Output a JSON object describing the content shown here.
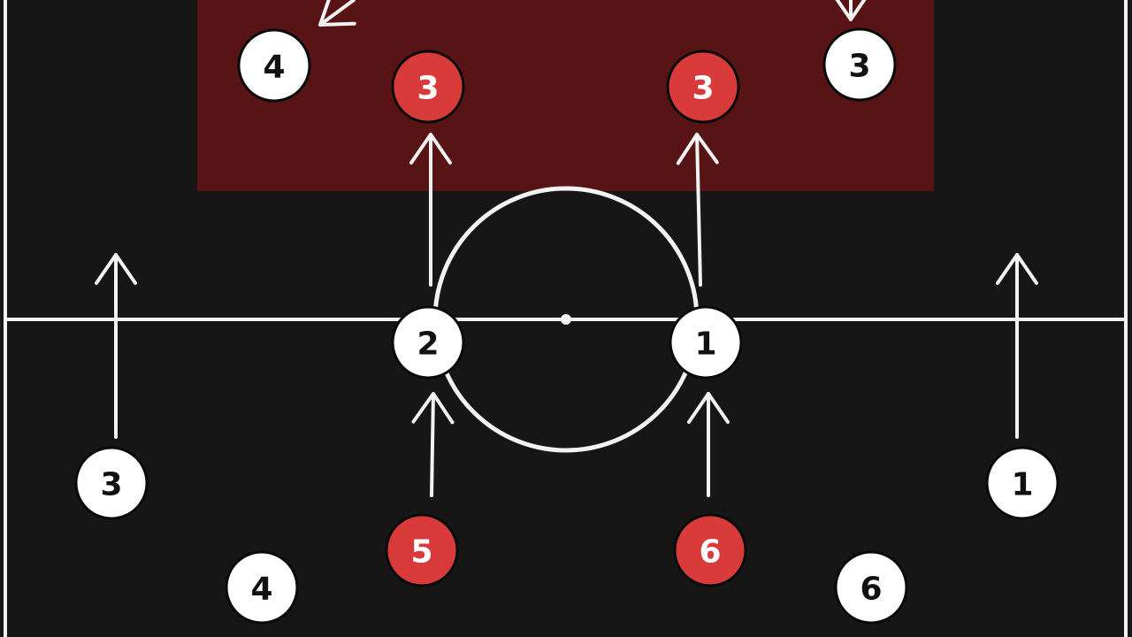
{
  "colors": {
    "background": "#161616",
    "lines": "#f2f2f2",
    "zone": "#581414",
    "white_token": "#ffffff",
    "white_token_text": "#111111",
    "red_token": "#d93b3b",
    "red_token_text": "#ffffff"
  },
  "tokens": [
    {
      "id": "white-4-top",
      "label": "4",
      "team": "white"
    },
    {
      "id": "red-3-left",
      "label": "3",
      "team": "red"
    },
    {
      "id": "red-3-right",
      "label": "3",
      "team": "red"
    },
    {
      "id": "white-3-top",
      "label": "3",
      "team": "white"
    },
    {
      "id": "white-2-center",
      "label": "2",
      "team": "white"
    },
    {
      "id": "white-1-center",
      "label": "1",
      "team": "white"
    },
    {
      "id": "white-3-left",
      "label": "3",
      "team": "white"
    },
    {
      "id": "white-1-right",
      "label": "1",
      "team": "white"
    },
    {
      "id": "red-5",
      "label": "5",
      "team": "red"
    },
    {
      "id": "red-6",
      "label": "6",
      "team": "red"
    },
    {
      "id": "white-4-bottom",
      "label": "4",
      "team": "white"
    },
    {
      "id": "white-6-bottom",
      "label": "6",
      "team": "white"
    }
  ]
}
